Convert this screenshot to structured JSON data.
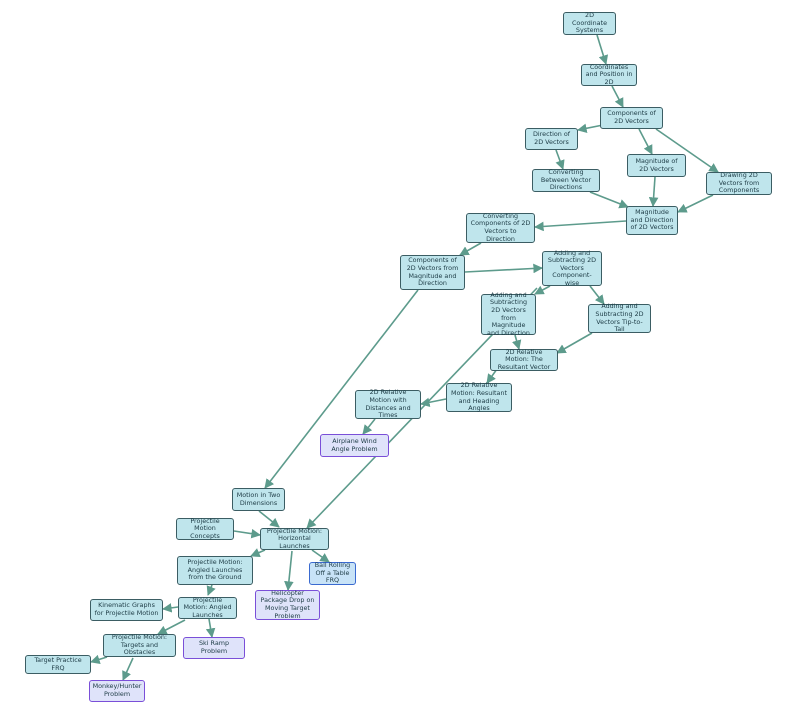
{
  "colors": {
    "concept_fill": "#bfe5ec",
    "problem_border": "#7a4fd8",
    "edge": "#5d9b8c"
  },
  "nodes": {
    "n1": "2D Coordinate Systems",
    "n2": "Coordinates and Position in 2D",
    "n3": "Components of 2D Vectors",
    "n4": "Direction of 2D Vectors",
    "n5": "Magnitude of 2D Vectors",
    "n6": "Drawing 2D Vectors from Components",
    "n7": "Converting Between Vector Directions",
    "n8": "Magnitude and Direction of 2D Vectors",
    "n9": "Converting Components of 2D Vectors to Direction",
    "n10": "Components of 2D Vectors from Magnitude and Direction",
    "n11": "Adding and Subtracting 2D Vectors Component-wise",
    "n12": "Adding and Subtracting 2D Vectors from Magnitude and Direction",
    "n13": "Adding and Subtracting 2D Vectors Tip-to-Tail",
    "n14": "2D Relative Motion: The Resultant Vector",
    "n15": "2D Relative Motion: Resultant and Heading Angles",
    "n16": "2D Relative Motion with Distances and Times",
    "n17": "Airplane Wind Angle Problem",
    "n18": "Motion in Two Dimensions",
    "n19": "Projectile Motion Concepts",
    "n20": "Projectile Motion: Horizontal Launches",
    "n21": "Ball Rolling Off a Table FRQ",
    "n22": "Helicopter Package Drop on Moving Target Problem",
    "n23": "Projectile Motion: Angled Launches from the Ground",
    "n24": "Projectile Motion: Angled Launches",
    "n25": "Kinematic Graphs for Projectile Motion",
    "n26": "Ski Ramp Problem",
    "n27": "Projectile Motion: Targets and Obstacles",
    "n28": "Target Practice FRQ",
    "n29": "Monkey/Hunter Problem"
  }
}
